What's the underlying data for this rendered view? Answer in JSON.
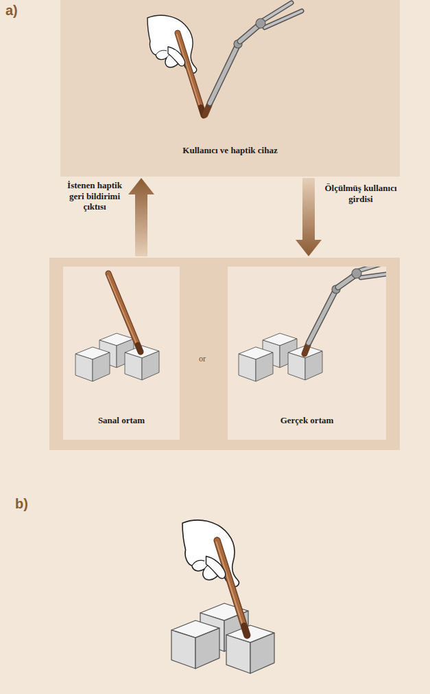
{
  "diagram": {
    "nodes": [
      {
        "text": [
          "Kullanıcı ve haptik cihaz"
        ]
      },
      {
        "text": [
          "or"
        ]
      },
      {
        "text": [
          "Sanal ortam"
        ],
        "in": 1
      },
      {
        "text": [
          "Gerçek ortam"
        ],
        "in": 1
      }
    ],
    "edges": [
      {
        "from": 1,
        "to": 0,
        "arrow": "to",
        "label": "İstenen haptik geri bildirimi çıktısı"
      },
      {
        "from": 0,
        "to": 1,
        "arrow": "to",
        "label": "Ölçülmüş kullanıcı girdisi"
      }
    ],
    "labels": [
      "a)",
      "b)"
    ]
  }
}
